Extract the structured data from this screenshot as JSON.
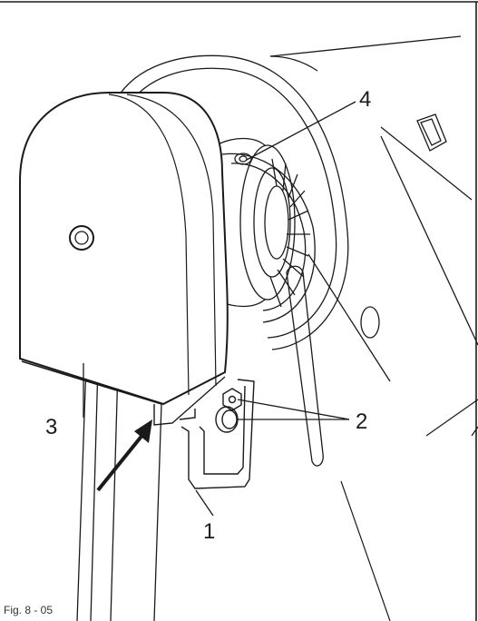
{
  "figure": {
    "caption": "Fig. 8 - 05",
    "callouts": {
      "c1": "1",
      "c2": "2",
      "c3": "3",
      "c4": "4"
    }
  }
}
